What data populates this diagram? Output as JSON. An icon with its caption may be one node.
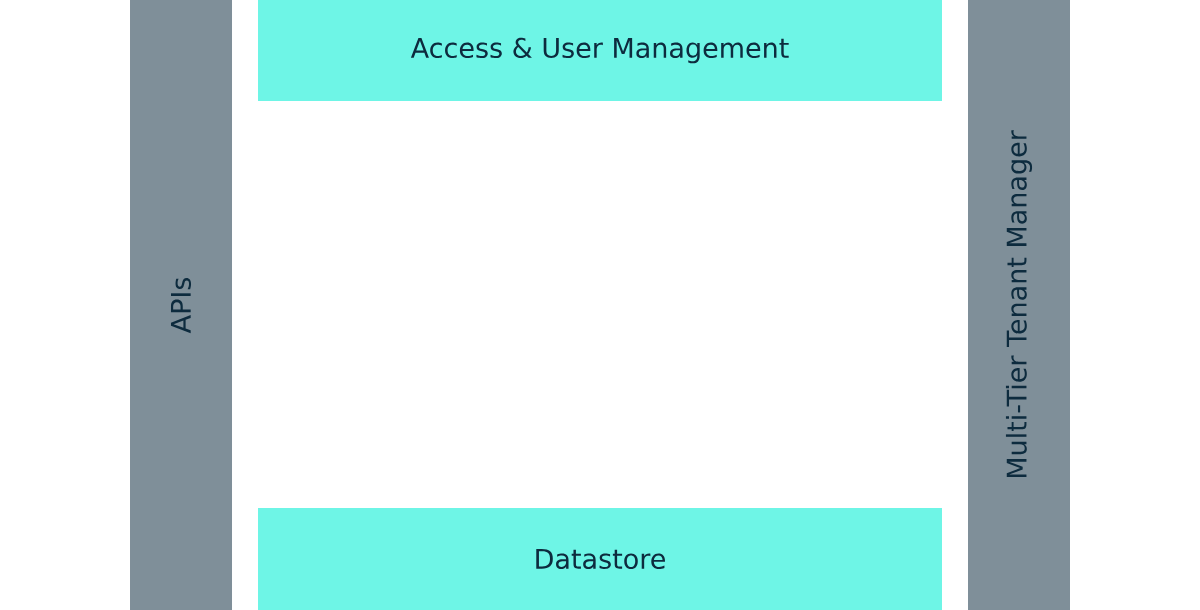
{
  "diagram": {
    "nodes": [
      {
        "text": [
          "APIs"
        ]
      },
      {
        "text": [
          "Access & User Management"
        ]
      },
      {
        "text": [
          "Datastore"
        ]
      },
      {
        "text": [
          "Multi-Tier Tenant Manager"
        ]
      }
    ]
  }
}
